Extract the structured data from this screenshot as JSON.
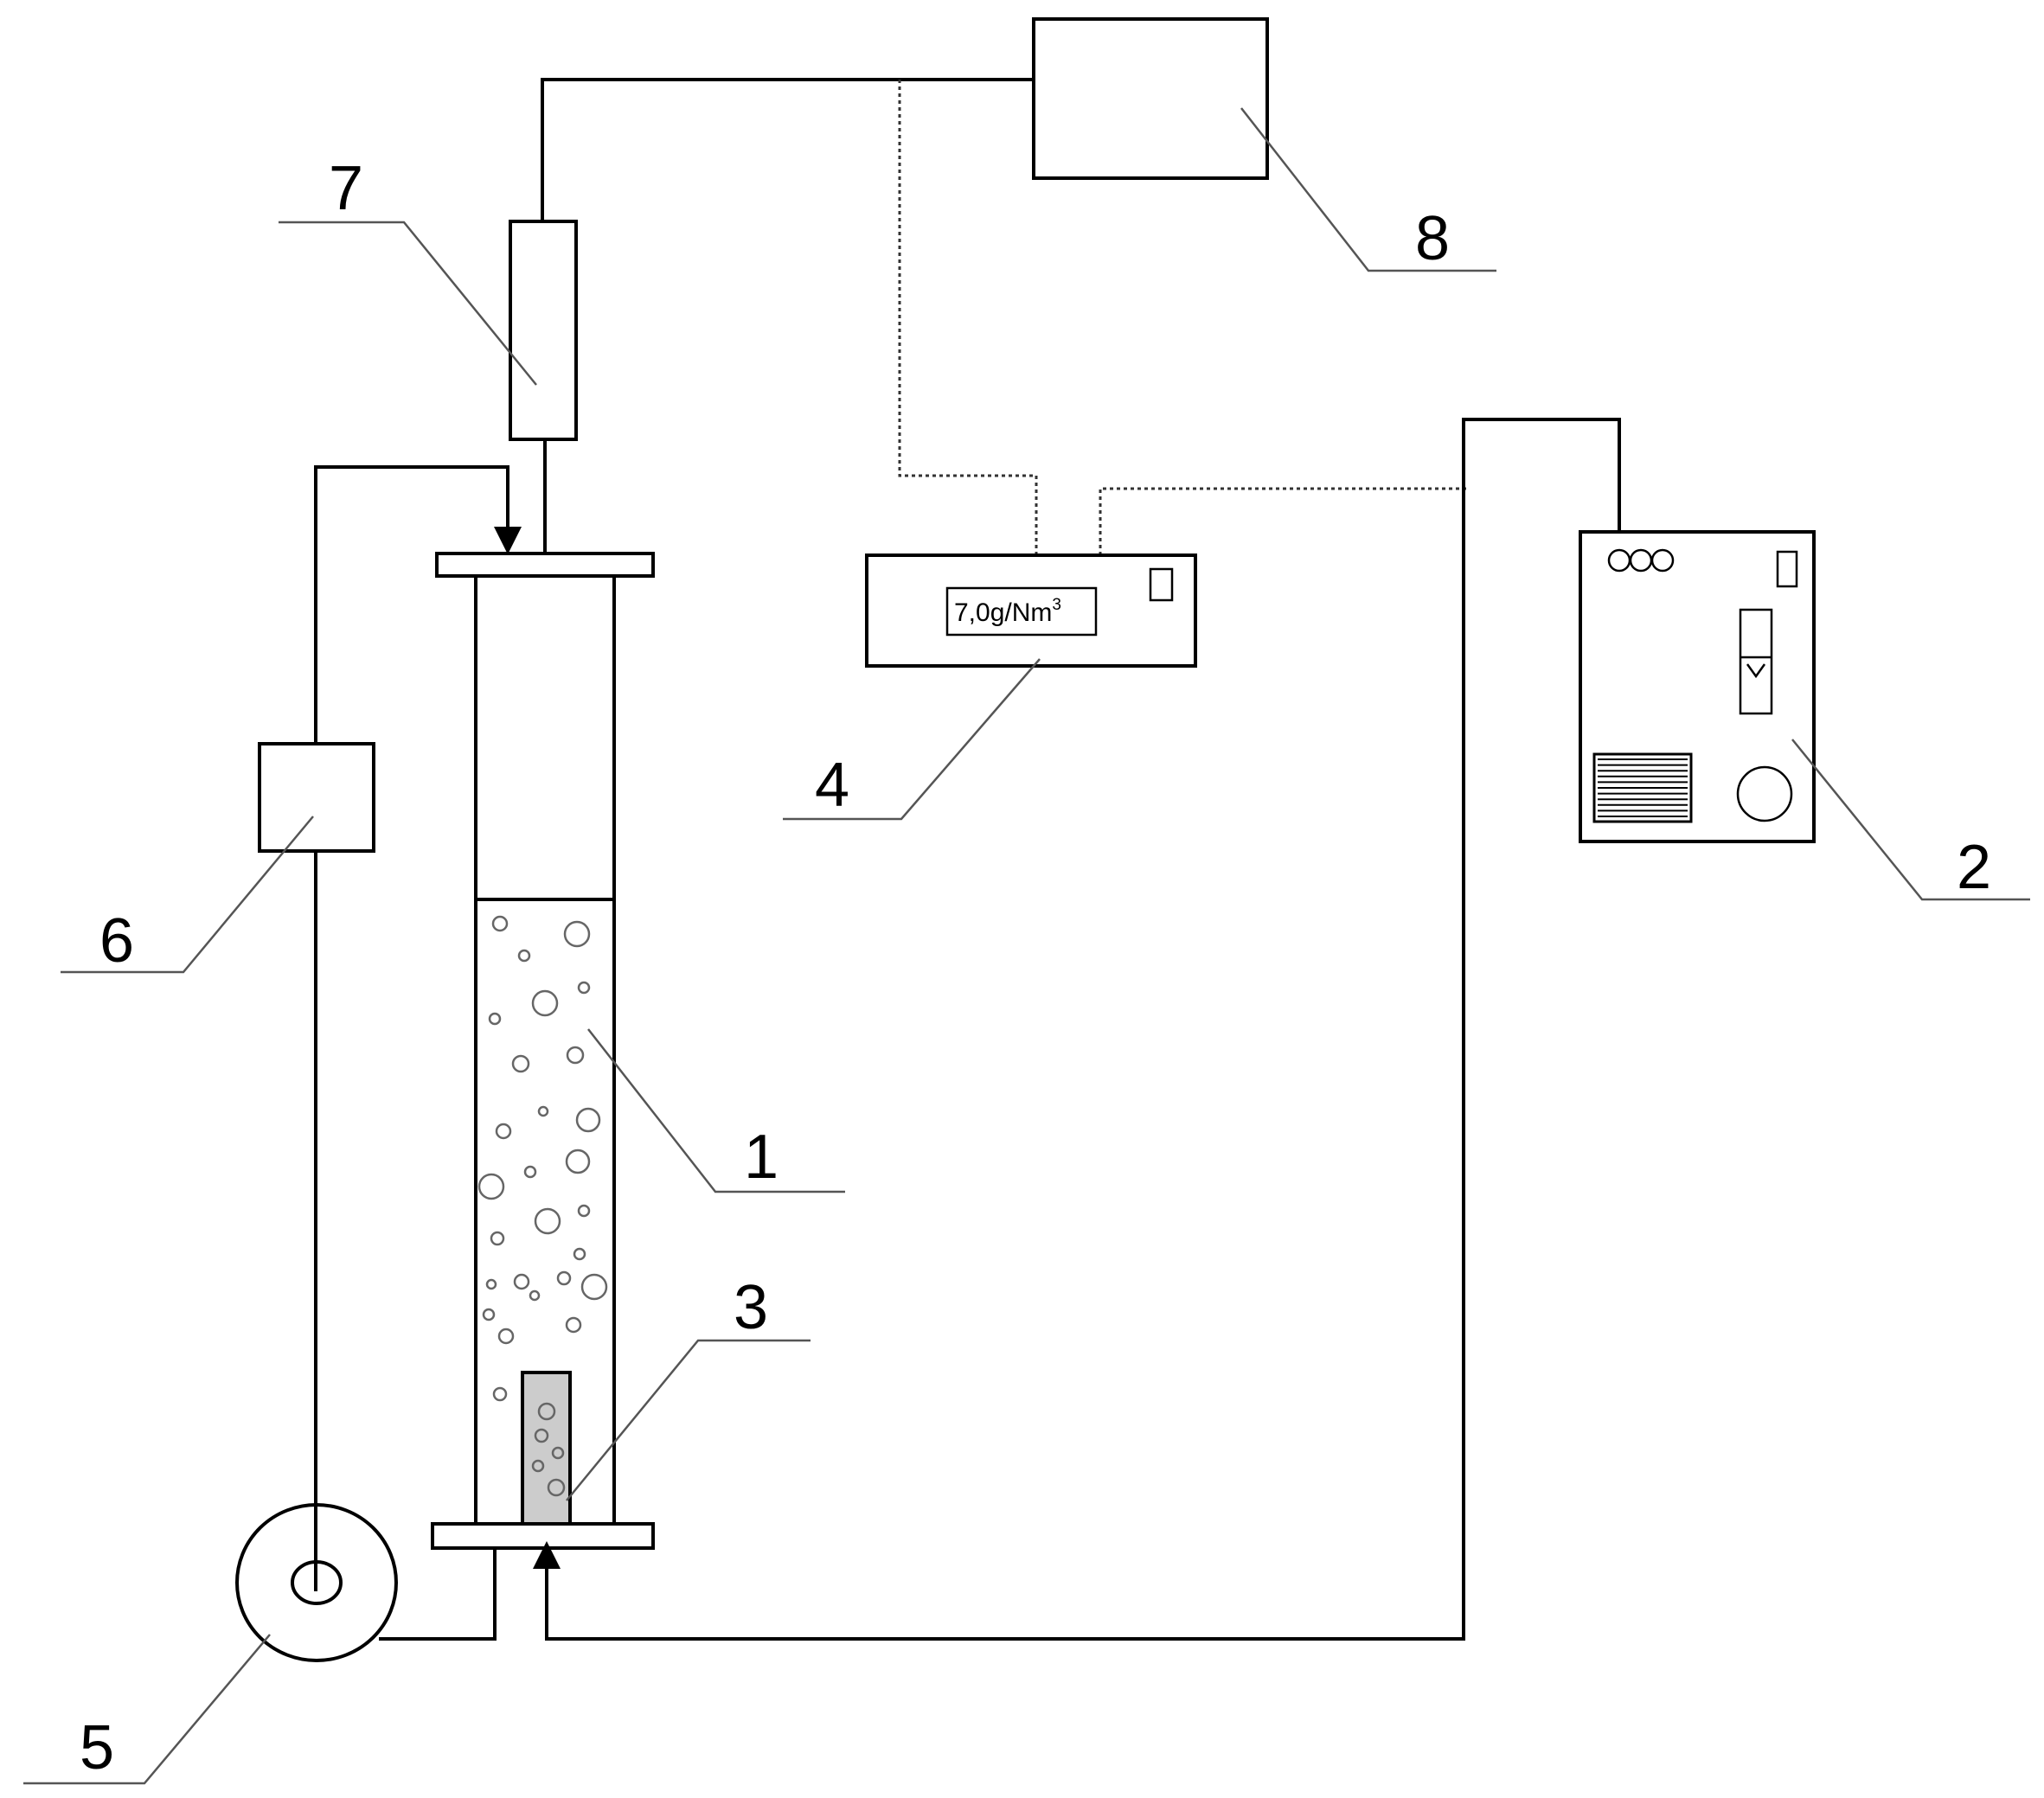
{
  "labels": {
    "one": "1",
    "two": "2",
    "three": "3",
    "four": "4",
    "five": "5",
    "six": "6",
    "seven": "7",
    "eight": "8"
  },
  "display": {
    "value": "7,0g/Nm",
    "exponent": "3"
  },
  "colors": {
    "line": "#000000",
    "leader": "#555555",
    "diffuser_fill": "#cccccc"
  }
}
